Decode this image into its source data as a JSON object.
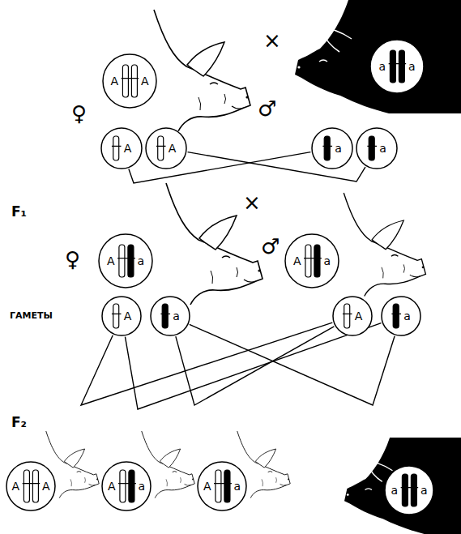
{
  "diagram": {
    "nodes": [
      {
        "text": [
          "A",
          "A"
        ]
      },
      {
        "text": [
          "a",
          "a"
        ]
      },
      {
        "text": [
          "A"
        ]
      },
      {
        "text": [
          "A"
        ]
      },
      {
        "text": [
          "a"
        ]
      },
      {
        "text": [
          "a"
        ]
      },
      {
        "text": [
          "A",
          "a"
        ]
      },
      {
        "text": [
          "A",
          "a"
        ]
      },
      {
        "text": [
          "A"
        ]
      },
      {
        "text": [
          "a"
        ]
      },
      {
        "text": [
          "A"
        ]
      },
      {
        "text": [
          "a"
        ]
      },
      {
        "text": [
          "A",
          "A"
        ]
      },
      {
        "text": [
          "A",
          "a"
        ]
      },
      {
        "text": [
          "A",
          "a"
        ]
      },
      {
        "text": [
          "a",
          "a"
        ]
      }
    ],
    "edges": [
      {
        "from": 2,
        "to": 4,
        "arrow": "none"
      },
      {
        "from": 3,
        "to": 5,
        "arrow": "none"
      },
      {
        "from": 8,
        "to": 10,
        "arrow": "none"
      },
      {
        "from": 8,
        "to": 11,
        "arrow": "none"
      },
      {
        "from": 9,
        "to": 10,
        "arrow": "none"
      },
      {
        "from": 9,
        "to": 11,
        "arrow": "none"
      }
    ],
    "labels": [
      "×",
      "♀",
      "♂",
      "F₁",
      "×",
      "♀",
      "♂",
      "ГАМЕТЫ",
      "F₂"
    ]
  }
}
